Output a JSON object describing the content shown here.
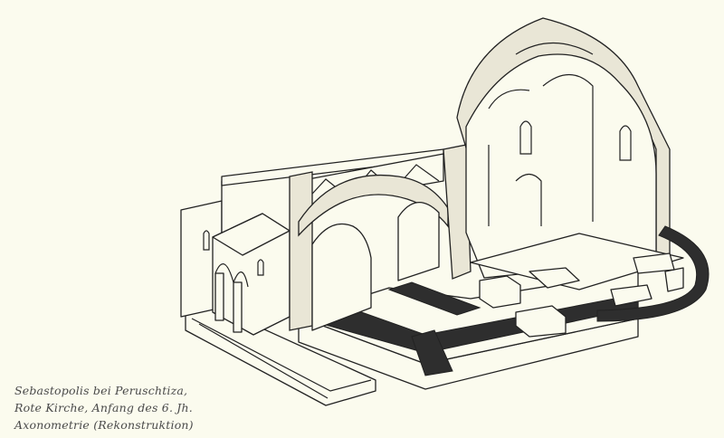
{
  "caption": {
    "line1": "Sebastopolis bei Peruschtiza,",
    "line2": "Rote Kirche, Anfang des 6. Jh.",
    "line3": "Axonometrie (Rekonstruktion)"
  },
  "colors": {
    "background": "#fbfbee",
    "ink": "#222222",
    "caption": "#4a4a4a"
  }
}
